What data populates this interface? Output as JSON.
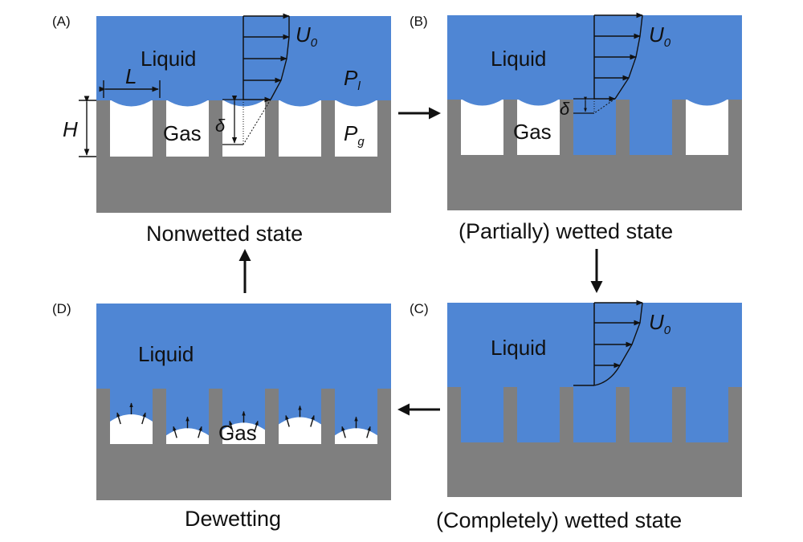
{
  "figure": {
    "colors": {
      "liquid": "#4f86d4",
      "solid": "#7f7f7f",
      "gas": "#ffffff",
      "ink": "#111111"
    },
    "panels": [
      {
        "id": "A",
        "label": "(A)",
        "caption": "Nonwetted state",
        "liquid_label": "Liquid",
        "gas_label": "Gas",
        "velocity_label": "U",
        "velocity_sub": "0",
        "pressure_liquid": "P",
        "pressure_liquid_sub": "l",
        "pressure_gas": "P",
        "pressure_gas_sub": "g",
        "dim_period": "L",
        "dim_height": "H",
        "slip_length": "δ",
        "cavity_states": [
          "gas",
          "gas",
          "gas",
          "gas",
          "gas"
        ]
      },
      {
        "id": "B",
        "label": "(B)",
        "caption": "(Partially) wetted state",
        "liquid_label": "Liquid",
        "gas_label": "Gas",
        "velocity_label": "U",
        "velocity_sub": "0",
        "slip_length": "δ",
        "cavity_states": [
          "gas",
          "gas",
          "liquid",
          "liquid",
          "gas"
        ]
      },
      {
        "id": "C",
        "label": "(C)",
        "caption": "(Completely) wetted state",
        "liquid_label": "Liquid",
        "velocity_label": "U",
        "velocity_sub": "0",
        "cavity_states": [
          "liquid",
          "liquid",
          "liquid",
          "liquid",
          "liquid"
        ]
      },
      {
        "id": "D",
        "label": "(D)",
        "caption": "Dewetting",
        "liquid_label": "Liquid",
        "gas_label": "Gas",
        "cavity_states": [
          "bubble",
          "bubble",
          "bubble",
          "bubble",
          "bubble"
        ],
        "bubble_fill_fraction": [
          0.55,
          0.3,
          0.4,
          0.5,
          0.3
        ]
      }
    ],
    "transitions": [
      {
        "from": "A",
        "to": "B",
        "direction": "right"
      },
      {
        "from": "B",
        "to": "C",
        "direction": "down"
      },
      {
        "from": "C",
        "to": "D",
        "direction": "left"
      },
      {
        "from": "D",
        "to": "A",
        "direction": "up"
      }
    ]
  }
}
